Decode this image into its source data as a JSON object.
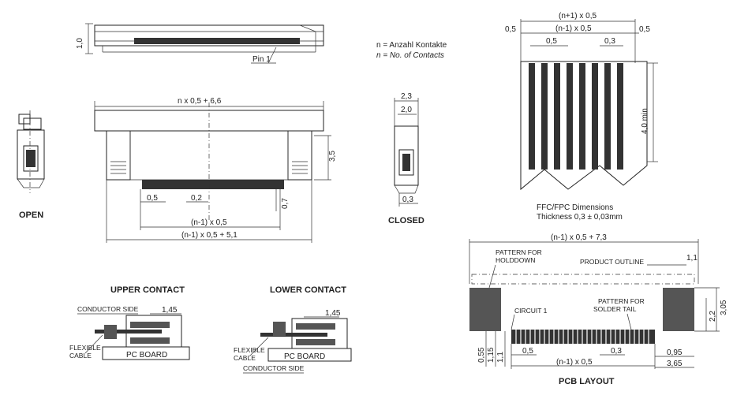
{
  "legend": {
    "line1": "n = Anzahl Kontakte",
    "line2": "n = No. of Contacts"
  },
  "top_view": {
    "height_dim": "1,0",
    "pin1": "Pin 1"
  },
  "front_view": {
    "total_width": "n x 0,5 + 6,6",
    "height_dim": "3,5",
    "pitch": "0,5",
    "pin_width": "0,2",
    "lead_len": "0,7",
    "pitch_span": "(n-1) x 0,5",
    "overall_span": "(n-1) x 0,5 + 5,1"
  },
  "labels": {
    "open": "OPEN",
    "closed": "CLOSED",
    "upper_contact": "UPPER CONTACT",
    "lower_contact": "LOWER CONTACT",
    "pcb_layout": "PCB LAYOUT"
  },
  "closed_view": {
    "dim_outer": "2,3",
    "dim_inner": "2,0",
    "dim_bottom": "0,3"
  },
  "ffc": {
    "top_dim": "(n+1) x 0,5",
    "left_margin": "0,5",
    "right_margin": "0,5",
    "inner_span": "(n-1) x 0,5",
    "pitch": "0,5",
    "width": "0,3",
    "min_len": "4,0 min",
    "caption1": "FFC/FPC Dimensions",
    "caption2": "Thickness 0,3 ± 0,03mm"
  },
  "upper_contact": {
    "conductor_side": "CONDUCTOR SIDE",
    "dim": "1,45",
    "flexible": "FLEXIBLE",
    "cable": "CABLE",
    "pc_board": "PC BOARD"
  },
  "lower_contact": {
    "dim": "1,45",
    "flexible": "FLEXIBLE",
    "cable": "CABLE",
    "pc_board": "PC BOARD",
    "conductor_side": "CONDUCTOR SIDE"
  },
  "pcb": {
    "total": "(n-1) x 0,5 + 7,3",
    "pattern_holddown1": "PATTERN FOR",
    "pattern_holddown2": "HOLDDOWN",
    "product_outline": "PRODUCT OUTLINE",
    "dim_11": "1,1",
    "circuit1": "CIRCUIT 1",
    "pattern_solder1": "PATTERN FOR",
    "pattern_solder2": "SOLDER TAIL",
    "dim_22": "2,2",
    "dim_305": "3,05",
    "dim_055": "0,55",
    "dim_115": "1,15",
    "dim_11b": "1,1",
    "pitch": "0,5",
    "pad_w": "0,3",
    "dim_095": "0,95",
    "span": "(n-1) x 0,5",
    "dim_365": "3,65"
  }
}
